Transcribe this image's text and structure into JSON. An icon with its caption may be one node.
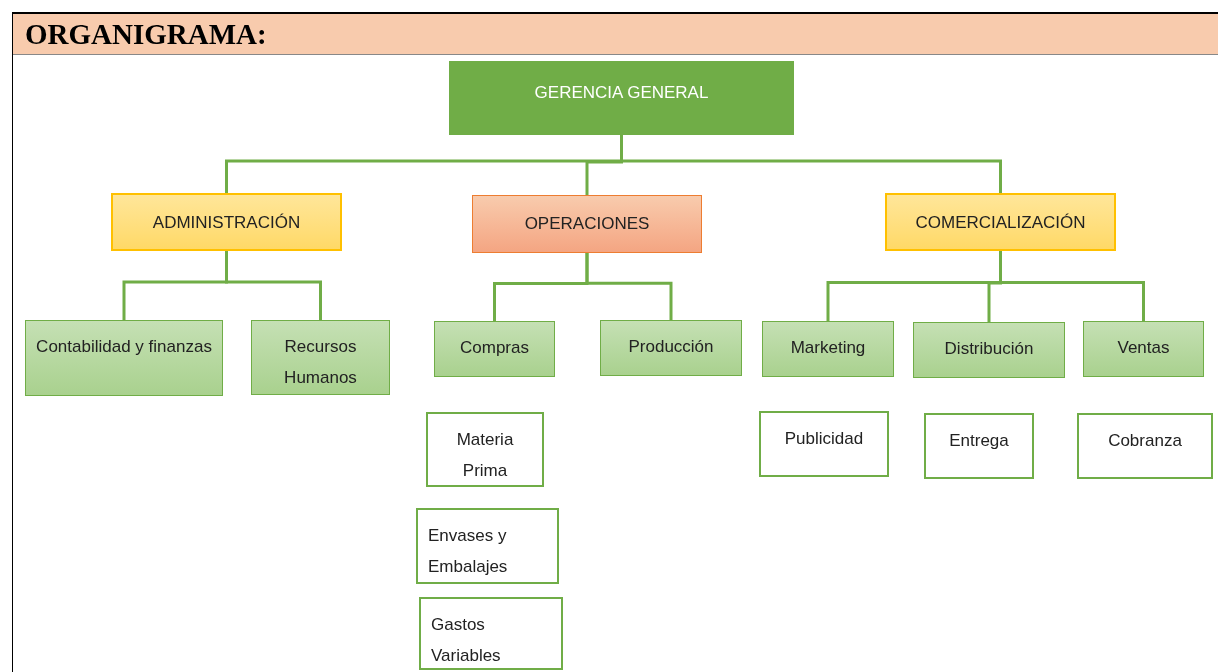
{
  "diagram": {
    "title": "ORGANIGRAMA:",
    "nodes": [
      {
        "text": [
          "GERENCIA GENERAL"
        ]
      },
      {
        "text": [
          "ADMINISTRACIÓN"
        ]
      },
      {
        "text": [
          "OPERACIONES"
        ]
      },
      {
        "text": [
          "COMERCIALIZACIÓN"
        ]
      },
      {
        "text": [
          "Contabilidad y finanzas"
        ]
      },
      {
        "text": [
          "Recursos Humanos"
        ]
      },
      {
        "text": [
          "Compras"
        ]
      },
      {
        "text": [
          "Producción"
        ]
      },
      {
        "text": [
          "Marketing"
        ]
      },
      {
        "text": [
          "Distribución"
        ]
      },
      {
        "text": [
          "Ventas"
        ]
      },
      {
        "text": [
          "Materia Prima"
        ]
      },
      {
        "text": [
          "Envases y Embalajes"
        ]
      },
      {
        "text": [
          "Gastos Variables"
        ]
      },
      {
        "text": [
          "Publicidad"
        ]
      },
      {
        "text": [
          "Entrega"
        ]
      },
      {
        "text": [
          "Cobranza"
        ]
      }
    ],
    "edges": [
      {
        "from": 0,
        "to": 1,
        "arrow": "none"
      },
      {
        "from": 0,
        "to": 2,
        "arrow": "none"
      },
      {
        "from": 0,
        "to": 3,
        "arrow": "none"
      },
      {
        "from": 1,
        "to": 4,
        "arrow": "none"
      },
      {
        "from": 1,
        "to": 5,
        "arrow": "none"
      },
      {
        "from": 2,
        "to": 6,
        "arrow": "none"
      },
      {
        "from": 2,
        "to": 7,
        "arrow": "none"
      },
      {
        "from": 3,
        "to": 8,
        "arrow": "none"
      },
      {
        "from": 3,
        "to": 9,
        "arrow": "none"
      },
      {
        "from": 3,
        "to": 10,
        "arrow": "none"
      }
    ]
  }
}
